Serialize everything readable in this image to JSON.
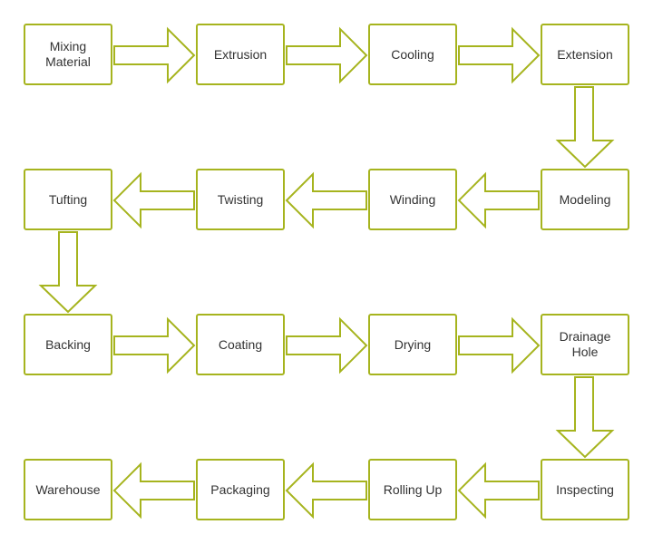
{
  "colors": {
    "stroke": "#a6b41e",
    "fill": "#ffffff",
    "text": "#333333"
  },
  "steps": [
    "Mixing\nMaterial",
    "Extrusion",
    "Cooling",
    "Extension",
    "Tufting",
    "Twisting",
    "Winding",
    "Modeling",
    "Backing",
    "Coating",
    "Drying",
    "Drainage\nHole",
    "Warehouse",
    "Packaging",
    "Rolling Up",
    "Inspecting"
  ]
}
